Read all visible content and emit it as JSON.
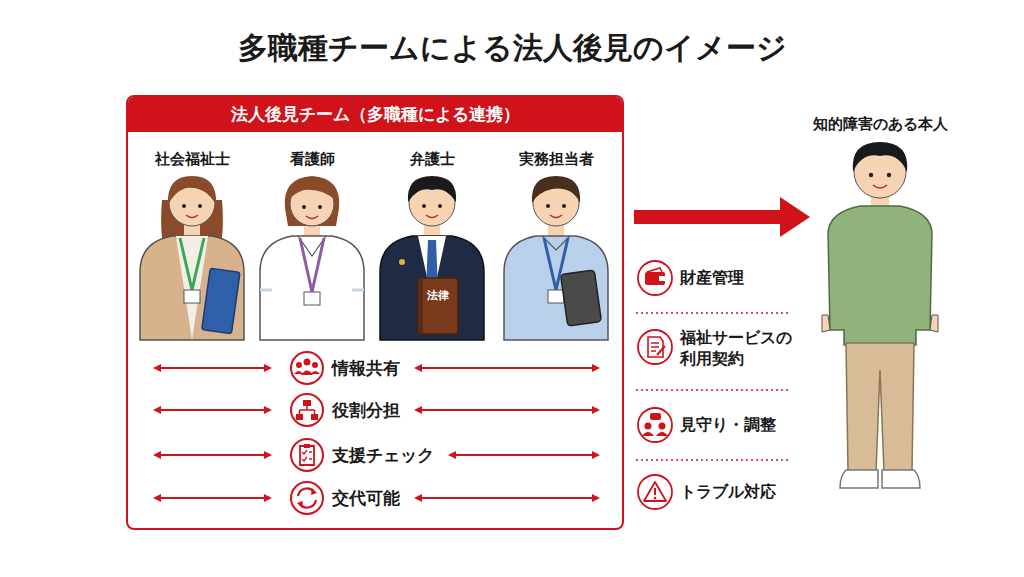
{
  "diagram": {
    "title": "多職種チームによる法人後見のイメージ",
    "nodes": [
      {
        "text": [
          "法人後見チーム（多職種による連携）"
        ]
      },
      {
        "text": [
          "知的障害のある本人"
        ]
      }
    ],
    "edges": [
      {
        "from": 0,
        "to": 1,
        "arrow": "to"
      }
    ],
    "labels": [
      "社会福祉士",
      "看護師",
      "弁護士",
      "実務担当者",
      "法律",
      "情報共有",
      "役割分担",
      "支援チェック",
      "交代可能",
      "財産管理",
      "福祉サービスの利用契約",
      "見守り・調整",
      "トラブル対応"
    ]
  }
}
